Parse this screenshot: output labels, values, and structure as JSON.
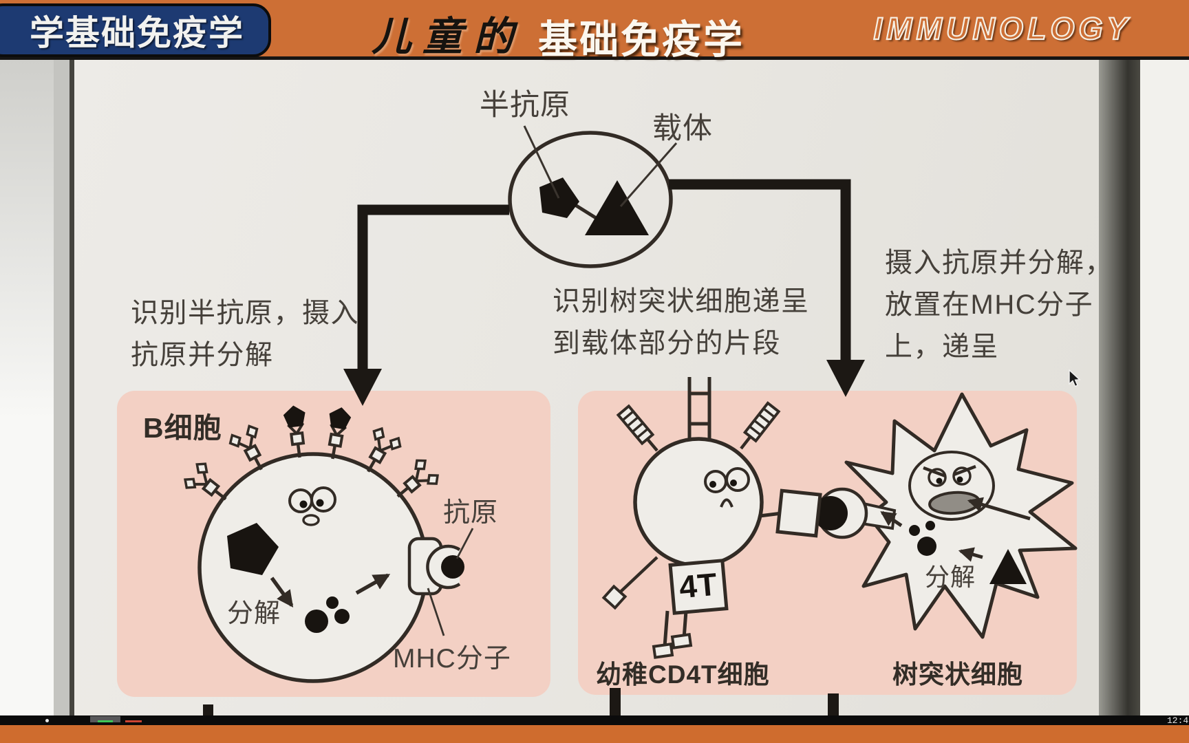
{
  "header": {
    "badge": "学基础免疫学",
    "title_script": "儿童的",
    "title_main": "基础免疫学",
    "title_en": "IMMUNOLOGY"
  },
  "conjugate": {
    "hapten": "半抗原",
    "carrier": "载体"
  },
  "notes": {
    "left": [
      "识别半抗原，摄入",
      "抗原并分解"
    ],
    "middle": [
      "识别树突状细胞递呈",
      "到载体部分的片段"
    ],
    "right": [
      "摄入抗原并分解，",
      "放置在MHC分子",
      "上，递呈"
    ]
  },
  "b_cell": {
    "title": "B细胞",
    "decompose": "分解",
    "antigen": "抗原",
    "mhc": "MHC分子"
  },
  "t_cell": {
    "badge": "4T",
    "label": "幼稚CD4T细胞"
  },
  "dendritic_cell": {
    "label": "树突状细胞",
    "decompose": "分解"
  },
  "player": {
    "time_fragment": "12:4"
  },
  "colors": {
    "header_orange": "#cd6f35",
    "badge_blue": "#1d3a72",
    "panel_pink": "#f3d0c4",
    "ink": "#322b25",
    "footer_orange": "#cf6c2e"
  }
}
